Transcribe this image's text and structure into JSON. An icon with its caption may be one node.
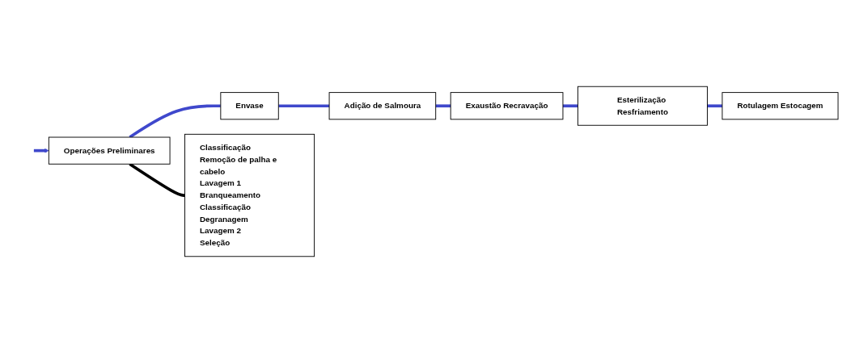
{
  "diagram": {
    "nodes": [
      {
        "text": [
          "Operações Preliminares"
        ]
      },
      {
        "text": [
          "Envase"
        ]
      },
      {
        "text": [
          "Adição de Salmoura"
        ]
      },
      {
        "text": [
          "Exaustão Recravação"
        ]
      },
      {
        "text": [
          "Esterilização Resfriamento"
        ]
      },
      {
        "text": [
          "Rotulagem Estocagem"
        ]
      },
      {
        "text": [
          "Classificação",
          "Remoção de palha e cabelo",
          "Lavagem 1",
          "Branqueamento",
          "Classificação",
          "Degranagem",
          "Lavagem 2",
          "Seleção"
        ]
      }
    ],
    "edges": [
      {
        "from": null,
        "to": 0,
        "arrow": "to"
      },
      {
        "from": 0,
        "to": 1,
        "arrow": "none"
      },
      {
        "from": 1,
        "to": 2,
        "arrow": "none"
      },
      {
        "from": 2,
        "to": 3,
        "arrow": "none"
      },
      {
        "from": 3,
        "to": 4,
        "arrow": "none"
      },
      {
        "from": 4,
        "to": 5,
        "arrow": "none"
      },
      {
        "from": 0,
        "to": 6,
        "arrow": "none",
        "color": "#000000"
      }
    ]
  }
}
